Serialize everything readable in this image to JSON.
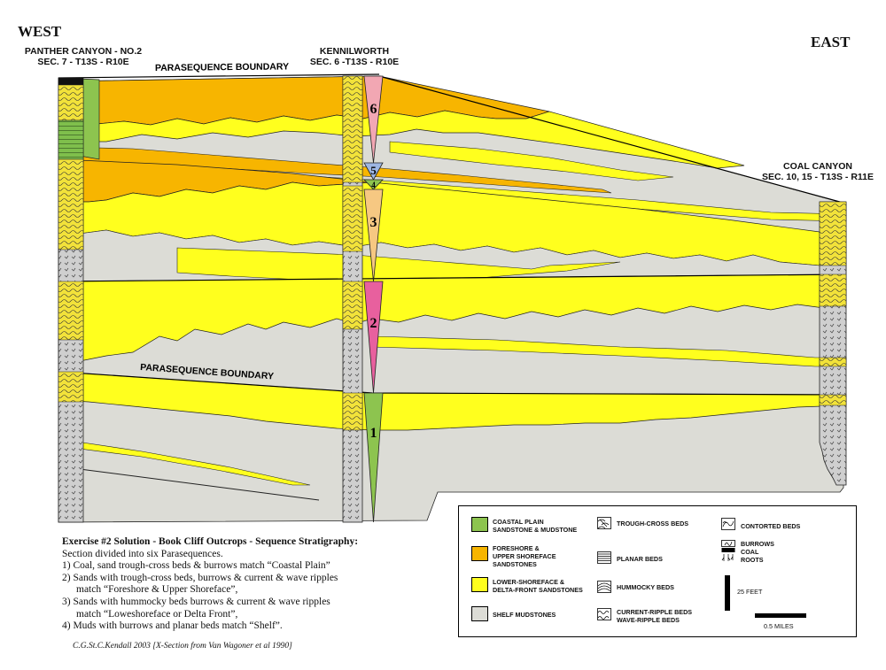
{
  "headings": {
    "west": "WEST",
    "east": "EAST"
  },
  "wells": {
    "panther": {
      "name": "PANTHER CANYON - NO.2",
      "location": "SEC. 7 - T13S - R10E"
    },
    "kennilworth": {
      "name": "KENNILWORTH",
      "location": "SEC. 6 -T13S - R10E"
    },
    "coal": {
      "name": "COAL CANYON",
      "location": "SEC. 10, 15 - T13S - R11E"
    }
  },
  "boundary_labels": {
    "upper": "PARASEQUENCE BOUNDARY",
    "lower": "PARASEQUENCE BOUNDARY"
  },
  "parasequence_numbers": [
    "1",
    "2",
    "3",
    "4",
    "5",
    "6"
  ],
  "colors": {
    "coastal_plain": "#8dc44f",
    "foreshore": "#f7b500",
    "lower_shoreface": "#ffff1e",
    "shelf": "#dcdcd6",
    "wedge_pink": "#e8609e",
    "wedge_tan": "#f6c882",
    "wedge_lightpink": "#f2a7b3",
    "wedge_blue": "#9db6e3"
  },
  "notes": {
    "title": "Exercise #2 Solution - Book Cliff Outcrops - Sequence Stratigraphy:",
    "line1": "Section divided into  six Parasequences.",
    "line2": "1) Coal, sand trough-cross beds & burrows match “Coastal Plain”",
    "line3a": "2) Sands with trough-cross beds, burrows & current & wave ripples",
    "line3b": "match “Foreshore & Upper Shoreface”,",
    "line4a": "3) Sands with hummocky beds burrows & current & wave ripples",
    "line4b": "match “Loweshoreface or Delta Front”,",
    "line5": "4) Muds with burrows and planar beds match “Shelf”."
  },
  "credit": "C.G.St.C.Kendall 2003 [X-Section from Van Wagoner et al 1990]",
  "legend": {
    "coastal_plain_1": "COASTAL PLAIN",
    "coastal_plain_2": "SANDSTONE & MUDSTONE",
    "foreshore_1": "FORESHORE &",
    "foreshore_2": "UPPER SHOREFACE",
    "foreshore_3": "SANDSTONES",
    "lower_1": "LOWER-SHOREFACE &",
    "lower_2": "DELTA-FRONT SANDSTONES",
    "shelf": "SHELF MUDSTONES",
    "trough": "TROUGH-CROSS BEDS",
    "planar": "PLANAR BEDS",
    "hummocky": "HUMMOCKY BEDS",
    "current_ripple": "CURRENT-RIPPLE BEDS",
    "wave_ripple": "WAVE-RIPPLE BEDS",
    "contorted": "CONTORTED BEDS",
    "burrows": "BURROWS",
    "coal": "COAL",
    "roots": "ROOTS",
    "scale_vertical": "25 FEET",
    "scale_horizontal": "0.5 MILES"
  }
}
